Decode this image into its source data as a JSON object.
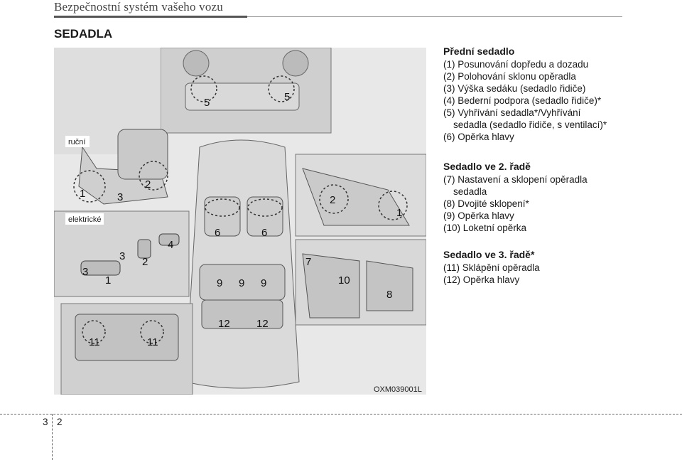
{
  "header": {
    "title": "Bezpečnostní systém vašeho vozu"
  },
  "section": {
    "title": "SEDADLA"
  },
  "figure": {
    "code": "OXM039001L",
    "label_manual": "ruční",
    "label_electric": "elektrické",
    "callouts": [
      "5",
      "5",
      "1",
      "3",
      "2",
      "6",
      "6",
      "2",
      "1",
      "3",
      "2",
      "3",
      "1",
      "4",
      "7",
      "10",
      "8",
      "9",
      "9",
      "9",
      "12",
      "12",
      "11",
      "11"
    ]
  },
  "front": {
    "title": "Přední sedadlo",
    "items": [
      "(1) Posunování dopředu a dozadu",
      "(2) Polohování sklonu opěradla",
      "(3) Výška sedáku (sedadlo řidiče)",
      "(4) Bederní podpora (sedadlo řidiče)*",
      "(5) Vyhřívání sedadla*/Vyhřívání",
      "sedadla (sedadlo řidiče, s ventilací)*",
      "(6) Opěrka hlavy"
    ]
  },
  "second": {
    "title": "Sedadlo ve 2. řadě",
    "items": [
      "(7) Nastavení a sklopení opěradla",
      "sedadla",
      "(8) Dvojité sklopení*",
      "(9) Opěrka hlavy",
      "(10) Loketní opěrka"
    ]
  },
  "third": {
    "title": "Sedadlo ve 3. řadě*",
    "items": [
      "(11) Sklápění opěradla",
      "(12) Opěrka hlavy"
    ]
  },
  "footer": {
    "chapter": "3",
    "page": "2"
  }
}
